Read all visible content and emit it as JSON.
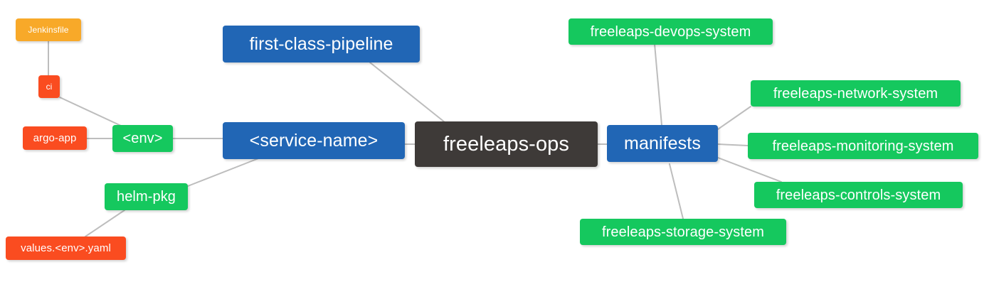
{
  "diagram": {
    "type": "mindmap",
    "title": "freeleaps-ops",
    "background_color": "#ffffff",
    "edge_color": "#bdbdbd",
    "palette": {
      "root": "#3e3a38",
      "blue": "#2166b5",
      "green": "#15c85e",
      "orange": "#f8a929",
      "red": "#fa4c20",
      "text": "#ffffff"
    }
  },
  "nodes": {
    "root": {
      "label": "freeleaps-ops",
      "color": "#3e3a38"
    },
    "service_name": {
      "label": "<service-name>",
      "color": "#2166b5"
    },
    "first_class_pipeline": {
      "label": "first-class-pipeline",
      "color": "#2166b5"
    },
    "manifests": {
      "label": "manifests",
      "color": "#2166b5"
    },
    "env": {
      "label": "<env>",
      "color": "#15c85e"
    },
    "helm_pkg": {
      "label": "helm-pkg",
      "color": "#15c85e"
    },
    "ci": {
      "label": "ci",
      "color": "#fa4c20"
    },
    "argo_app": {
      "label": "argo-app",
      "color": "#fa4c20"
    },
    "values_yaml": {
      "label": "values.<env>.yaml",
      "color": "#fa4c20"
    },
    "jenkinsfile": {
      "label": "Jenkinsfile",
      "color": "#f8a929"
    },
    "devops_system": {
      "label": "freeleaps-devops-system",
      "color": "#15c85e"
    },
    "network_system": {
      "label": "freeleaps-network-system",
      "color": "#15c85e"
    },
    "monitoring_system": {
      "label": "freeleaps-monitoring-system",
      "color": "#15c85e"
    },
    "controls_system": {
      "label": "freeleaps-controls-system",
      "color": "#15c85e"
    },
    "storage_system": {
      "label": "freeleaps-storage-system",
      "color": "#15c85e"
    }
  },
  "edges": [
    {
      "from": "root",
      "to": "service_name"
    },
    {
      "from": "root",
      "to": "first_class_pipeline"
    },
    {
      "from": "root",
      "to": "manifests"
    },
    {
      "from": "service_name",
      "to": "env"
    },
    {
      "from": "service_name",
      "to": "helm_pkg"
    },
    {
      "from": "env",
      "to": "ci"
    },
    {
      "from": "env",
      "to": "argo_app"
    },
    {
      "from": "ci",
      "to": "jenkinsfile"
    },
    {
      "from": "helm_pkg",
      "to": "values_yaml"
    },
    {
      "from": "manifests",
      "to": "devops_system"
    },
    {
      "from": "manifests",
      "to": "network_system"
    },
    {
      "from": "manifests",
      "to": "monitoring_system"
    },
    {
      "from": "manifests",
      "to": "controls_system"
    },
    {
      "from": "manifests",
      "to": "storage_system"
    }
  ]
}
